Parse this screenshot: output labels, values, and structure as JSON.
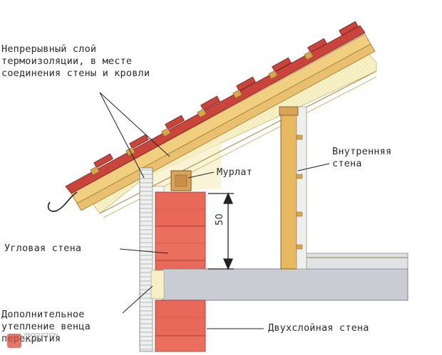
{
  "labels": {
    "insulation_line1": "Непрерывный слой",
    "insulation_line2": "термоизоляции, в месте",
    "insulation_line3": "соединения стены и кровли",
    "mauerlat": "Мурлат",
    "inner_wall_line1": "Внутренняя",
    "inner_wall_line2": "стена",
    "corner_wall": "Угловая стена",
    "extra_insulation_line1": "Дополнительное",
    "extra_insulation_line2": "утепление венца",
    "extra_insulation_line3": "перекрытия",
    "double_wall": "Двухслойная стена",
    "dimension": "50"
  },
  "watermark": {
    "line1": "PRODUCTION",
    "line2": "STAFF"
  },
  "colors": {
    "brick": "#e8695a",
    "roof_tile": "#c9453c",
    "insulation": "#f7eebb",
    "wood": "#e8b860",
    "slab": "#c9cdd3"
  }
}
